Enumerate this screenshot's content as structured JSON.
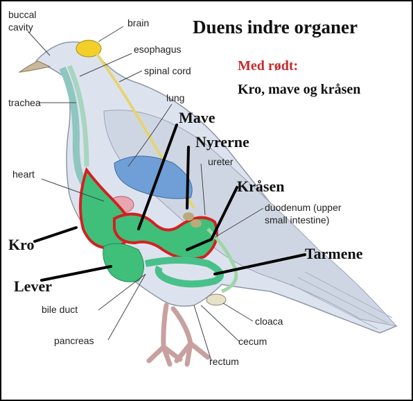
{
  "title": "Duens indre organer",
  "legend": {
    "heading": "Med rødt:",
    "text": "Kro, mave og kråsen"
  },
  "labels": {
    "buccal_cavity_1": "buccal",
    "buccal_cavity_2": "cavity",
    "brain": "brain",
    "esophagus": "esophagus",
    "spinal_cord": "spinal cord",
    "trachea": "trachea",
    "lung": "lung",
    "heart": "heart",
    "ureter": "ureter",
    "duodenum_1": "duodenum (upper",
    "duodenum_2": "small intestine)",
    "bile_duct": "bile duct",
    "pancreas": "pancreas",
    "cloaca": "cloaca",
    "cecum": "cecum",
    "rectum": "rectum"
  },
  "annotations": {
    "mave": "Mave",
    "nyrerne": "Nyrerne",
    "krasen": "Kråsen",
    "tarmene": "Tarmene",
    "kro": "Kro",
    "lever": "Lever"
  },
  "colors": {
    "highlight": "#d42020",
    "heading": "#c82828",
    "organ_green": "#3fbf7a",
    "lung_blue": "#6f9fd6",
    "brain_yellow": "#f2cf2a",
    "body_fill": "#dde3ee"
  }
}
